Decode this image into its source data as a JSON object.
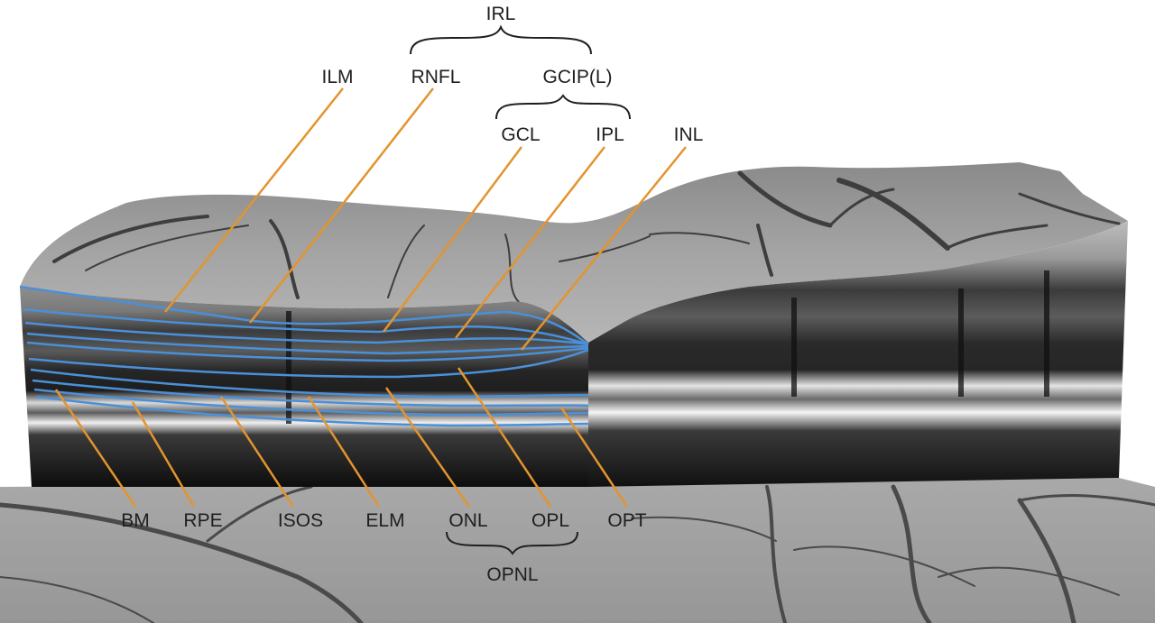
{
  "figure": {
    "top_labels": {
      "ilm": "ILM",
      "rnfl": "RNFL",
      "gcipl": "GCIP(L)",
      "gcl": "GCL",
      "ipl": "IPL",
      "inl": "INL",
      "irl": "IRL"
    },
    "bottom_labels": {
      "bm": "BM",
      "rpe": "RPE",
      "isos": "ISOS",
      "elm": "ELM",
      "onl": "ONL",
      "opl": "OPL",
      "opt": "OPT",
      "opnl": "OPNL"
    },
    "colors": {
      "leader_line": "#e3942e",
      "segmentation_line": "#4a90d9",
      "bracket": "#1f1f1f",
      "label_text": "#1f1f1f"
    }
  }
}
